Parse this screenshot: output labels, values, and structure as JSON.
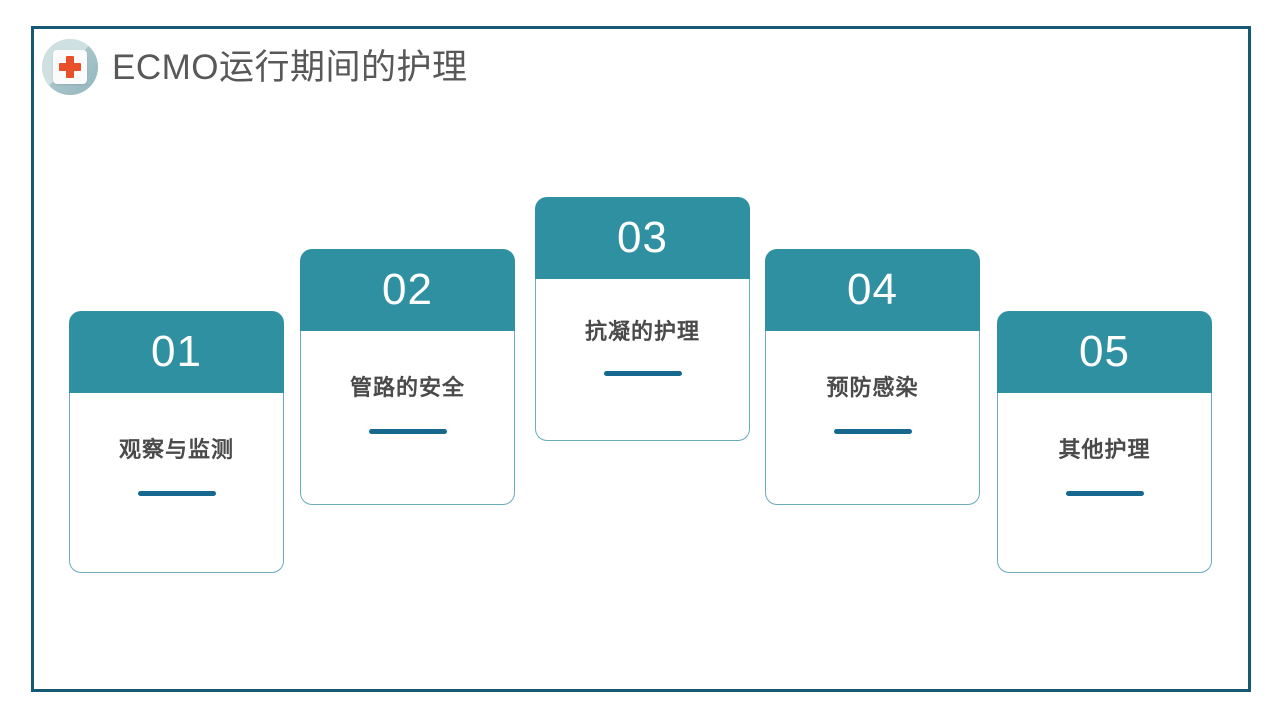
{
  "slide": {
    "title": "ECMO运行期间的护理",
    "icon": "medical-cross-badge-icon",
    "background_color": "#ffffff",
    "frame_color": "#155a72",
    "accent_color": "#2e90a0",
    "rule_color": "#16688f",
    "card_border_color": "#6aacba",
    "title_color": "#585858"
  },
  "cards": [
    {
      "number": "01",
      "label": "观察与监测"
    },
    {
      "number": "02",
      "label": "管路的安全"
    },
    {
      "number": "03",
      "label": "抗凝的护理"
    },
    {
      "number": "04",
      "label": "预防感染"
    },
    {
      "number": "05",
      "label": "其他护理"
    }
  ]
}
